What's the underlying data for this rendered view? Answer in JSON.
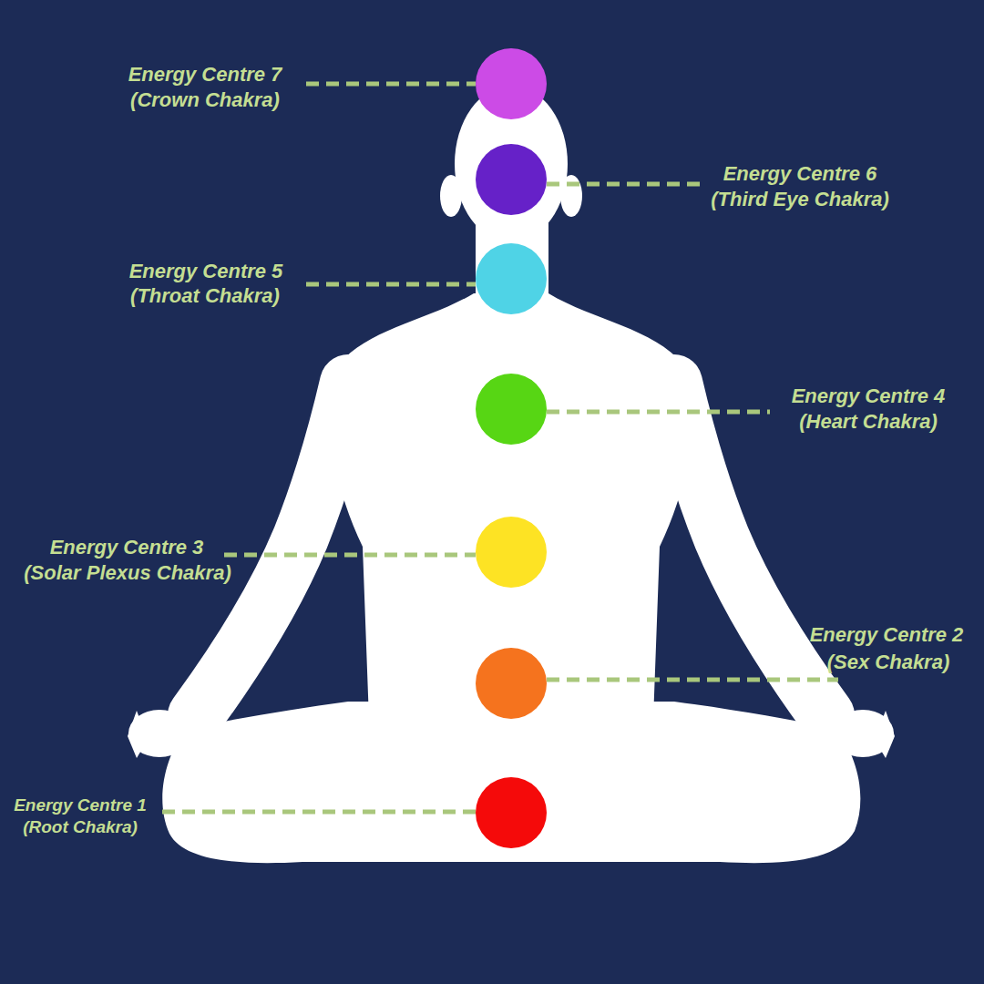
{
  "diagram": {
    "labels": [
      "Energy Centre 7",
      "(Crown Chakra)",
      "Energy Centre 6",
      "(Third Eye Chakra)",
      "Energy Centre 5",
      "(Throat Chakra)",
      "Energy Centre 4",
      "(Heart Chakra)",
      "Energy Centre 3",
      "(Solar Plexus Chakra)",
      "Energy Centre 2",
      "(Sex Chakra)",
      "Energy Centre 1",
      "(Root Chakra)"
    ]
  }
}
